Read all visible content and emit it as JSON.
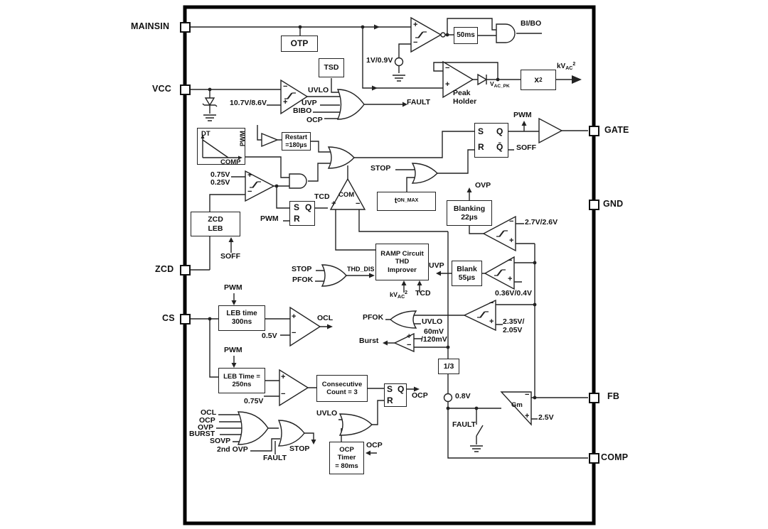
{
  "pins": {
    "mainsin": "MAINSIN",
    "vcc": "VCC",
    "zcd": "ZCD",
    "cs": "CS",
    "gate": "GATE",
    "gnd": "GND",
    "fb": "FB",
    "comp": "COMP"
  },
  "signs": {
    "plus": "+",
    "minus": "−"
  },
  "ff": {
    "s": "S",
    "r": "R",
    "q": "Q",
    "qb": "Q̄"
  },
  "blocks": {
    "otp": "OTP",
    "tsd": "TSD",
    "ms50": "50ms",
    "restart": "Restart\n=180µs",
    "zcd_leb": "ZCD\nLEB",
    "leb300": "LEB time\n300ns",
    "leb250": "LEB Time =\n250ns",
    "consec": "Consecutive\nCount = 3",
    "ramp": "RAMP Circuit\nTHD\nImprover",
    "blanking": "Blanking\n22µs",
    "blank55": "Blank\n55µs",
    "third": "1/3",
    "ocp_timer": "OCP\nTimer\n= 80ms",
    "x2": {
      "base": "x",
      "sup": "2"
    },
    "ton": {
      "base": "t",
      "sub": "ON_MAX"
    },
    "dt": {
      "y": "DT",
      "x": "COMP"
    }
  },
  "labels": {
    "bibo_out": "BI/BO",
    "kvac2": {
      "pre": "kV",
      "sub": "AC",
      "sup": "2"
    },
    "vacpk": {
      "pre": "V",
      "sub": "AC_PK"
    },
    "ref_1v": "1V/0.9V",
    "peak_holder": "Peak\nHolder",
    "ref_107": "10.7V/8.6V",
    "uvlo": "UVLO",
    "uvp": "UVP",
    "bibo": "BIBO",
    "ocp": "OCP",
    "fault": "FAULT",
    "pwm": "PWM",
    "soff": "SOFF",
    "stop": "STOP",
    "tcd": "TCD",
    "com": "COM",
    "ovp": "OVP",
    "ref_075": "0.75V",
    "ref_025": "0.25V",
    "ref_27": "2.7V/2.6V",
    "ref_036": "0.36V/0.4V",
    "ref_235": "2.35V/",
    "ref_205": "2.05V",
    "thd_dis": "THD_DIS",
    "pfok": "PFOK",
    "ref_60mv": "60mV",
    "ref_120mv": "/120mV",
    "burst_sig": "Burst",
    "ref_05": "0.5V",
    "ocl": "OCL",
    "ref_08": "0.8V",
    "ref_25": "2.5V",
    "gm": "Gm",
    "burst_in": "BURST",
    "sovp": "SOVP",
    "ovp2nd": "2nd OVP"
  }
}
